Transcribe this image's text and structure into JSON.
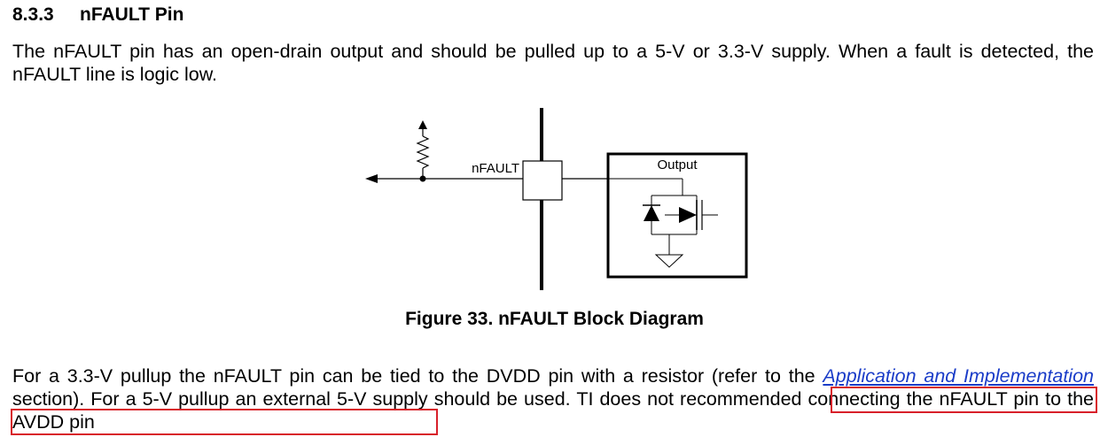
{
  "section": {
    "number": "8.3.3",
    "title": "nFAULT Pin"
  },
  "paragraph1": "The nFAULT pin has an open-drain output and should be pulled up to a 5-V or 3.3-V supply. When a fault is detected, the nFAULT line is logic low.",
  "diagram": {
    "pin_label": "nFAULT",
    "block_label": "Output"
  },
  "caption": "Figure 33.  nFAULT Block Diagram",
  "paragraph2": {
    "text1": "For a 3.3-V pullup the nFAULT pin can be tied to the DVDD pin with a resistor (refer to the ",
    "link": "Application and Implementation",
    "text2": " section). For a 5-V pullup an external 5-V supply should be used. ",
    "highlighted": "TI does not recommended connecting the nFAULT pin to the AVDD pin"
  },
  "colors": {
    "link": "#1a3cc8",
    "highlight_box": "#d8202a"
  }
}
